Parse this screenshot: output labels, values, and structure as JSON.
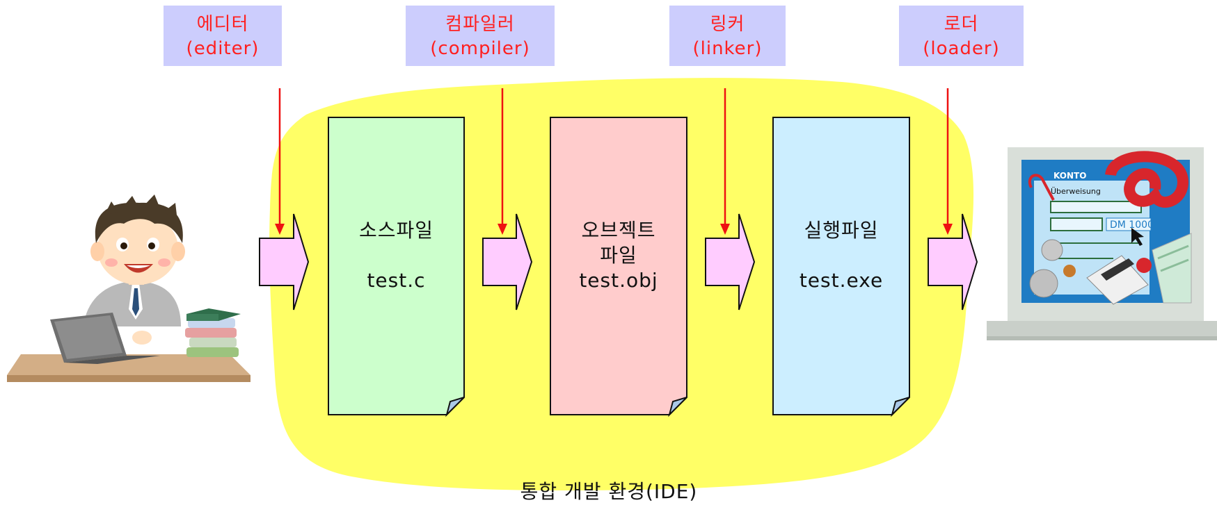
{
  "tools": [
    {
      "name_ko": "에디터",
      "name_en": "(editer)"
    },
    {
      "name_ko": "컴파일러",
      "name_en": "(compiler)"
    },
    {
      "name_ko": "링커",
      "name_en": "(linker)"
    },
    {
      "name_ko": "로더",
      "name_en": "(loader)"
    }
  ],
  "stages": [
    {
      "line1": "소스파일",
      "line2": "",
      "file": "test.c",
      "color": "#ccffcc"
    },
    {
      "line1": "오브젝트",
      "line2": "파일",
      "file": "test.obj",
      "color": "#ffcccc"
    },
    {
      "line1": "실행파일",
      "line2": "",
      "file": "test.exe",
      "color": "#cceeff"
    }
  ],
  "ide_caption": "통합 개발 환경(IDE)",
  "computer_screen": {
    "header": "KONTO",
    "form_title": "Überweisung",
    "amount": "DM 1000"
  },
  "colors": {
    "ide_blob": "#ffff66",
    "tool_box": "#cccdfd",
    "tool_text": "#ff2020",
    "red_arrow": "#ee1111",
    "process_arrow": "#ffccff"
  }
}
